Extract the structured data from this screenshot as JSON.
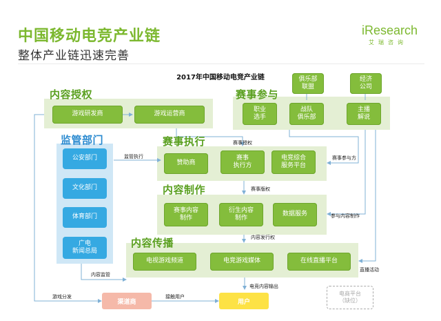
{
  "header": {
    "title": "中国移动电竞产业链",
    "subtitle": "整体产业链迅速完善",
    "brand": "iResearch",
    "brand_sub": "艾瑞咨询"
  },
  "diagram": {
    "title": "2017年中国移动电竞产业链",
    "sections": {
      "content_license": "内容授权",
      "regulators": "监管部门",
      "event_execution": "赛事执行",
      "content_production": "内容制作",
      "content_distribution": "内容传播",
      "event_participants": "赛事参与"
    },
    "boxes": {
      "game_dev": "游戏研发商",
      "game_ops": "游戏运营商",
      "police": "公安部门",
      "culture": "文化部门",
      "sports": "体育部门",
      "broadcast": "广电\n新闻总局",
      "sponsor": "赞助商",
      "event_exec": "赛事\n执行方",
      "esports_platform": "电竞综合\n服务平台",
      "event_content": "赛事内容\n制作",
      "derived_content": "衍生内容\n制作",
      "data_service": "数据服务",
      "tv_channel": "电视游戏频道",
      "esports_media": "电竞游戏媒体",
      "live_platform": "在线直播平台",
      "pro_players": "职业\n选手",
      "team_club": "战队\n俱乐部",
      "club_league": "俱乐部\n联盟",
      "economy_company": "经济\n公司",
      "streamer": "主播\n解说",
      "channel": "渠道商",
      "user": "用户",
      "ecommerce": "电商平台\n（缺位）"
    },
    "labels": {
      "event_license": "赛事授权",
      "supervise_exec": "监管执行",
      "event_participate": "赛事参与方",
      "event_copyright": "赛事版权",
      "participate_production": "参与内容制作",
      "content_copyright": "内容发行权",
      "content_supervision": "内容监管",
      "live_activity": "直播活动",
      "esports_output": "电竞内容输出",
      "game_distribution": "游戏分发",
      "reach_users": "接触用户"
    },
    "colors": {
      "green": "#84bd3c",
      "blue": "#35a9e2",
      "panel_green": "#e4efd4",
      "panel_blue": "#cfe7f6",
      "section_green": "#5aa020",
      "section_blue": "#2a8ad0",
      "channel": "#f5b9a9",
      "user": "#fde245"
    }
  }
}
